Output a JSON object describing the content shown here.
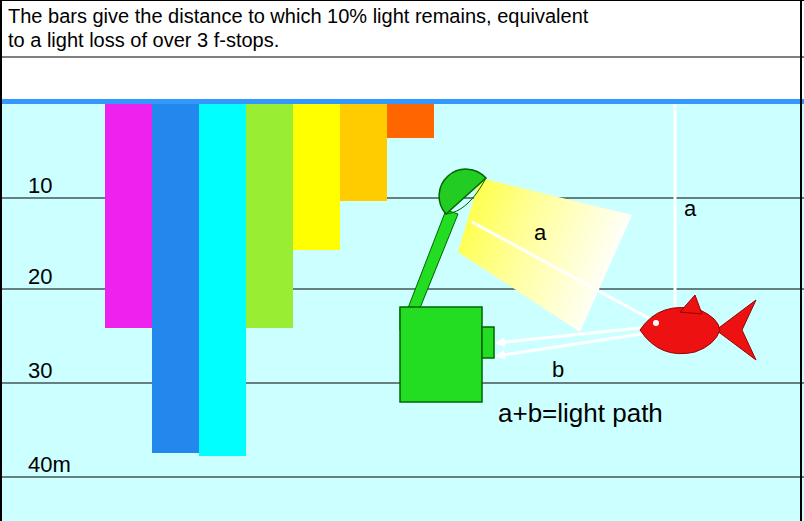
{
  "diagram": {
    "title": "The bars give the distance to which 10% light remains, equivalent to a light loss of over 3 f-stops.",
    "labels": [
      "10",
      "20",
      "30",
      "40m",
      "a",
      "a",
      "b",
      "a+b=light path"
    ]
  }
}
